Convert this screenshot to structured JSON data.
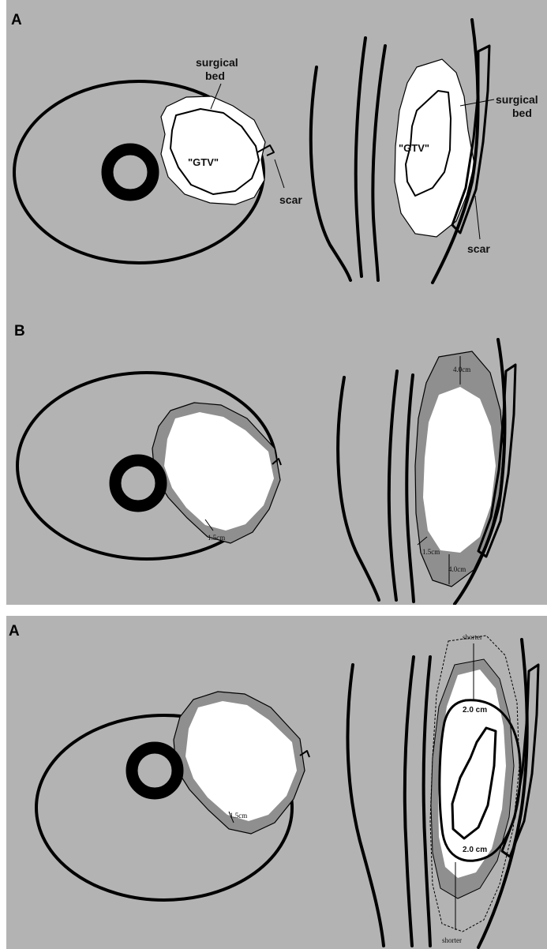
{
  "panels": {
    "top_a": {
      "letter": "A",
      "surgical_bed_line1": "surgical",
      "surgical_bed_line2": "bed",
      "gtv": "\"GTV\"",
      "scar": "scar"
    },
    "top_b": {
      "letter": "B",
      "margin_axial": "1.5cm",
      "margin_sag_top": "4.0cm",
      "margin_sag_lateral": "1.5cm",
      "margin_sag_bottom": "4.0cm"
    },
    "bottom_a": {
      "letter": "A",
      "margin_axial": "1.5cm",
      "shorter_top": "shorter",
      "shorter_bottom": "shorter",
      "margin_upper": "2.0 cm",
      "margin_lower": "2.0 cm"
    }
  },
  "colors": {
    "background": "#b3b3b3",
    "margin_gray": "#8f8f8f",
    "bed_white": "#ffffff",
    "lines": "#000000"
  }
}
